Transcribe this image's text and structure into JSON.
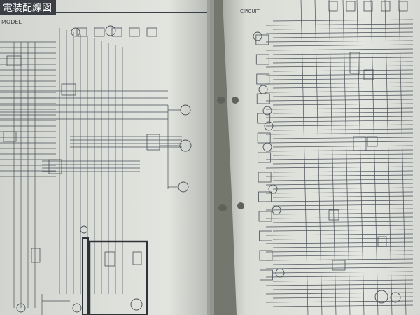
{
  "left_page": {
    "header_title": "電装配線図",
    "header_sub": "MODEL"
  },
  "right_page": {
    "header_sub": "CIRCUIT"
  },
  "colors": {
    "paper": "#dfe1dc",
    "paper_shadow": "#b9bcb7",
    "ink": "#4a4f58",
    "header_bar": "#3b3e44",
    "background": "#6f7266",
    "hole": "#5f615b"
  }
}
